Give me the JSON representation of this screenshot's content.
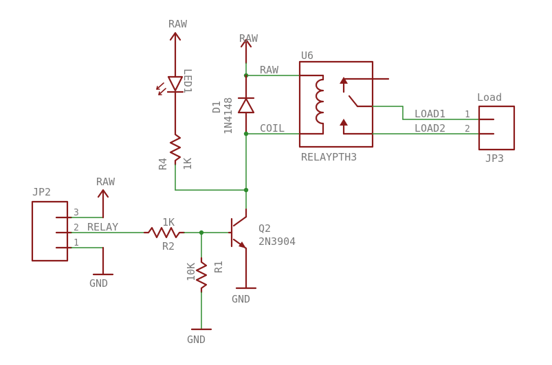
{
  "power": {
    "raw_led": "RAW",
    "raw_relay": "RAW",
    "raw_jp2": "RAW",
    "gnd_jp2": "GND",
    "gnd_r1": "GND",
    "gnd_q2": "GND"
  },
  "led1": {
    "name": "LED1"
  },
  "d1": {
    "name": "D1",
    "value": "1N4148"
  },
  "r4": {
    "name": "R4",
    "value": "1K"
  },
  "r2": {
    "name": "R2",
    "value": "1K"
  },
  "r1": {
    "name": "R1",
    "value": "10K"
  },
  "q2": {
    "name": "Q2",
    "value": "2N3904"
  },
  "u6": {
    "name": "U6",
    "value": "RELAYPTH3",
    "pin_raw": "RAW",
    "pin_coil": "COIL"
  },
  "jp2": {
    "name": "JP2",
    "pin3": "3",
    "pin2": "2",
    "pin1": "1",
    "net_relay": "RELAY"
  },
  "jp3": {
    "name": "JP3",
    "title": "Load",
    "pin1": "1",
    "pin2": "2",
    "net_load1": "LOAD1",
    "net_load2": "LOAD2"
  },
  "colors": {
    "symbol": "#8b1a1a",
    "wire": "#2e8b2e",
    "text": "#7a7a7a"
  }
}
